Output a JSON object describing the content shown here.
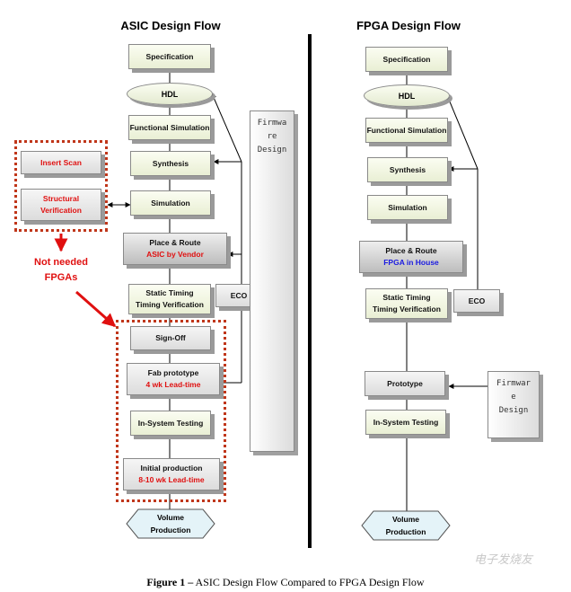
{
  "asic": {
    "title": "ASIC Design Flow",
    "specification": "Specification",
    "hdl": "HDL",
    "functional_simulation": "Functional Simulation",
    "synthesis": "Synthesis",
    "simulation": "Simulation",
    "place_route": "Place & Route",
    "place_route_sub": "ASIC by Vendor",
    "static_timing": "Static Timing",
    "timing_verification": "Timing Verification",
    "eco": "ECO",
    "sign_off": "Sign-Off",
    "fab_prototype": "Fab prototype",
    "fab_leadtime": "4 wk Lead-time",
    "in_system_testing": "In-System Testing",
    "initial_production": "Initial production",
    "production_leadtime": "8-10 wk Lead-time",
    "volume": "Volume",
    "production": "Production",
    "firmware": [
      "Firmwa",
      "re",
      "Design"
    ],
    "insert_scan": "Insert Scan",
    "structural": "Structural",
    "verification": "Verification",
    "not_needed": "Not needed",
    "fpgas": "FPGAs"
  },
  "fpga": {
    "title": "FPGA Design Flow",
    "specification": "Specification",
    "hdl": "HDL",
    "functional_simulation": "Functional Simulation",
    "synthesis": "Synthesis",
    "simulation": "Simulation",
    "place_route": "Place & Route",
    "place_route_sub": "FPGA in House",
    "static_timing": "Static Timing",
    "timing_verification": "Timing Verification",
    "eco": "ECO",
    "prototype": "Prototype",
    "in_system_testing": "In-System Testing",
    "volume": "Volume",
    "production": "Production",
    "firmware": [
      "Firmwar",
      "e",
      "Design"
    ]
  },
  "caption": {
    "label": "Figure 1 –",
    "text": " ASIC Design Flow Compared to FPGA Design Flow"
  },
  "watermark": "电子发烧友"
}
